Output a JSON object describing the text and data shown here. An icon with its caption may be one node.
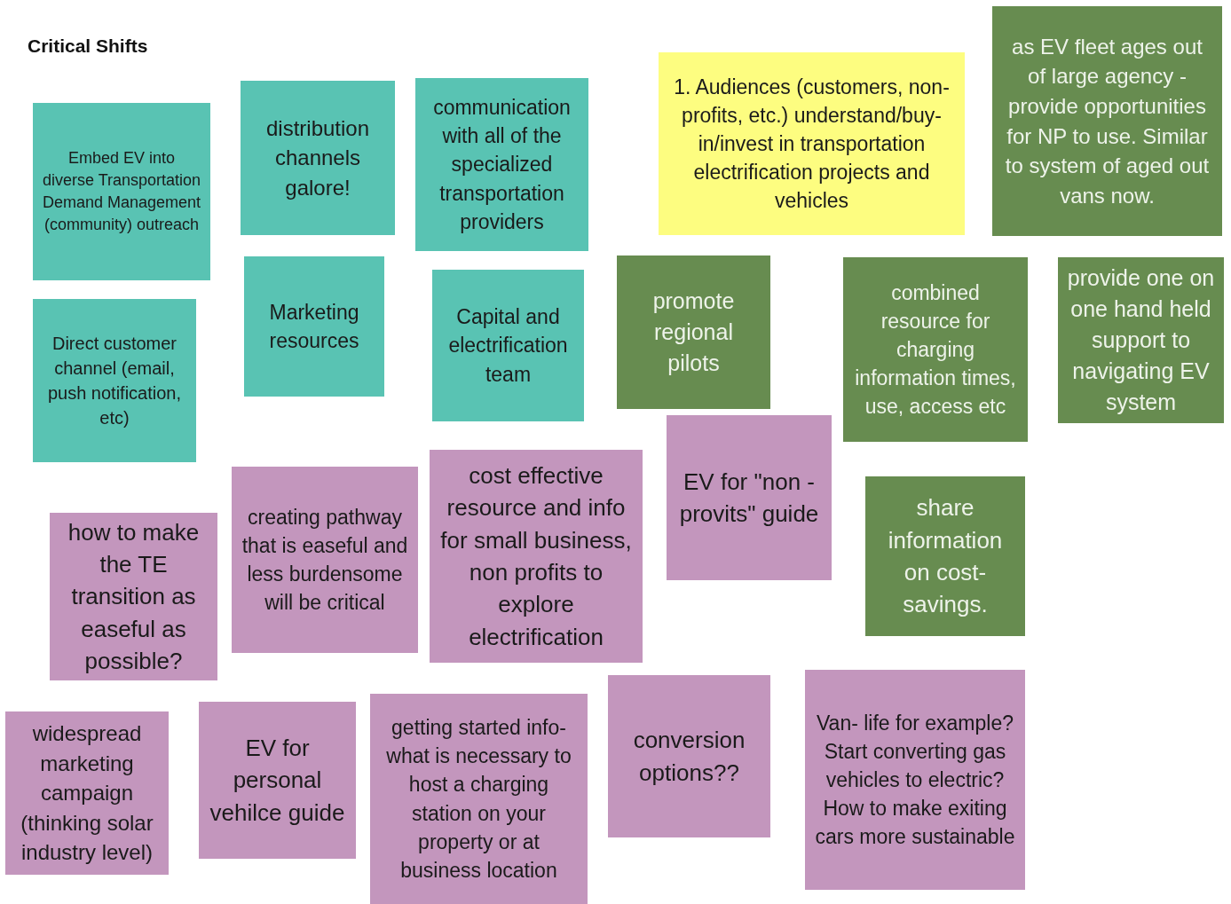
{
  "diagram": {
    "title": "Critical Shifts",
    "nodes": [
      {
        "text": [
          "Embed EV into diverse Transportation Demand Management (community) outreach"
        ]
      },
      {
        "text": [
          "distribution channels galore!"
        ]
      },
      {
        "text": [
          "communication with all of the specialized transportation providers"
        ]
      },
      {
        "text": [
          "1. Audiences (customers, non-profits, etc.) understand/buy-in/invest in transportation electrification projects and vehicles"
        ]
      },
      {
        "text": [
          "as EV fleet ages out of large agency - provide opportunities for NP to use. Similar to system of aged out vans now."
        ]
      },
      {
        "text": [
          "Direct customer channel (email, push notification, etc)"
        ]
      },
      {
        "text": [
          "Marketing resources"
        ]
      },
      {
        "text": [
          "Capital and electrification team"
        ]
      },
      {
        "text": [
          "promote regional pilots"
        ]
      },
      {
        "text": [
          "combined resource for charging information times, use, access etc"
        ]
      },
      {
        "text": [
          "provide one on one hand held support to navigating EV system"
        ]
      },
      {
        "text": [
          "EV for \"non - provits\" guide"
        ]
      },
      {
        "text": [
          "share information on cost-savings."
        ]
      },
      {
        "text": [
          "how to make the TE transition as easeful as possible?"
        ]
      },
      {
        "text": [
          "creating pathway that is easeful and less burdensome will be critical"
        ]
      },
      {
        "text": [
          "cost effective resource and info for small business, non profits to explore electrification"
        ]
      },
      {
        "text": [
          "widespread marketing campaign (thinking solar industry level)"
        ]
      },
      {
        "text": [
          "EV for personal vehilce guide"
        ]
      },
      {
        "text": [
          "getting started info-what is necessary to host a charging station on your property or at business location"
        ]
      },
      {
        "text": [
          "conversion options??"
        ]
      },
      {
        "text": [
          "Van- life for example? Start converting gas vehicles to electric? How to make exiting cars more sustainable"
        ]
      }
    ]
  }
}
